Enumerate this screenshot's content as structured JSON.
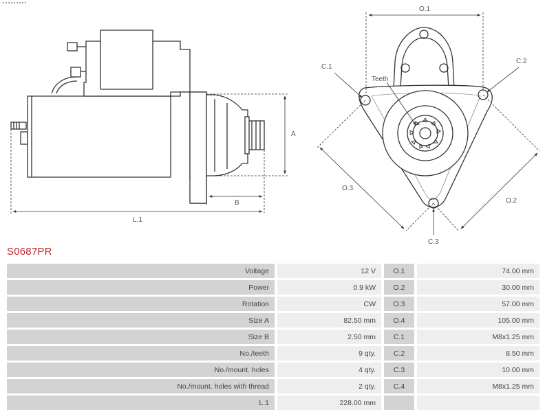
{
  "drawing": {
    "side_labels": {
      "a": "A",
      "b": "B",
      "l1": "L.1"
    },
    "front_labels": {
      "o1": "O.1",
      "o2": "O.2",
      "o3": "O.3",
      "c1": "C.1",
      "c2": "C.2",
      "c3": "C.3",
      "teeth": "Teeth"
    }
  },
  "part_code": "S0687PR",
  "specs": [
    {
      "name": "Voltage",
      "value": "12 V",
      "code": "O.1",
      "dim": "74.00 mm"
    },
    {
      "name": "Power",
      "value": "0.9 kW",
      "code": "O.2",
      "dim": "30.00 mm"
    },
    {
      "name": "Rotation",
      "value": "CW",
      "code": "O.3",
      "dim": "57.00 mm"
    },
    {
      "name": "Size A",
      "value": "82.50 mm",
      "code": "O.4",
      "dim": "105.00 mm"
    },
    {
      "name": "Size B",
      "value": "2.50 mm",
      "code": "C.1",
      "dim": "M8x1.25 mm"
    },
    {
      "name": "No./teeth",
      "value": "9 qty.",
      "code": "C.2",
      "dim": "8.50 mm"
    },
    {
      "name": "No./mount. holes",
      "value": "4 qty.",
      "code": "C.3",
      "dim": "10.00 mm"
    },
    {
      "name": "No./mount. holes with thread",
      "value": "2 qty.",
      "code": "C.4",
      "dim": "M8x1.25 mm"
    },
    {
      "name": "L.1",
      "value": "228.00 mm",
      "code": "",
      "dim": ""
    }
  ]
}
